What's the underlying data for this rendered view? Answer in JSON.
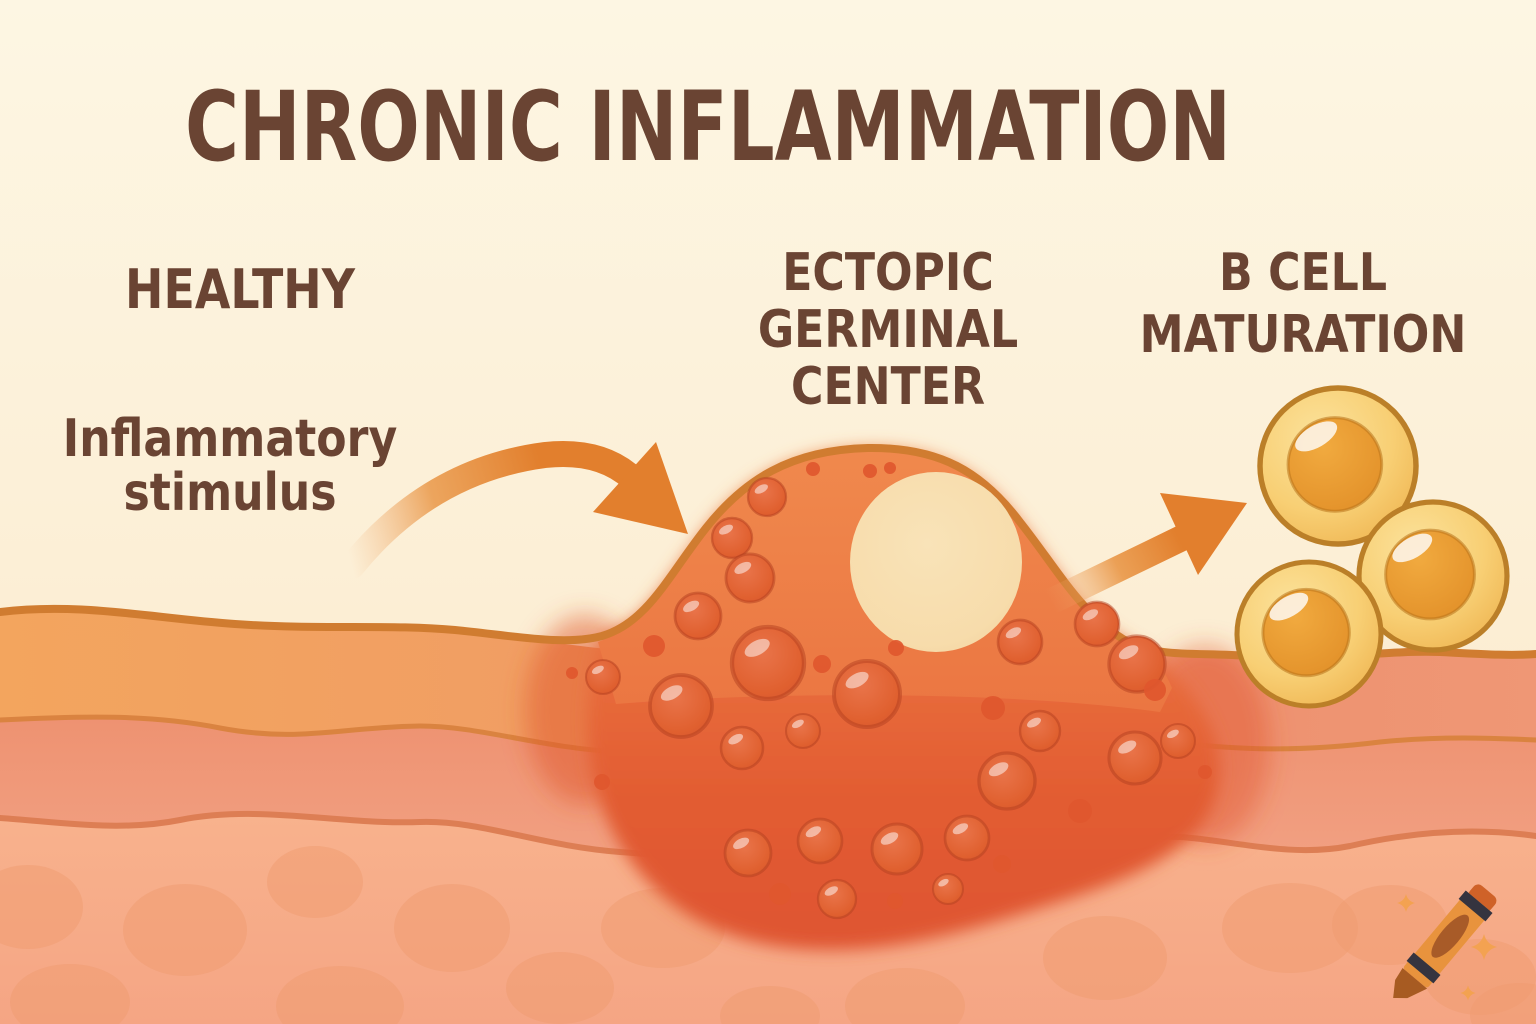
{
  "title": "CHRONIC INFLAMMATION",
  "labels": {
    "healthy": "HEALTHY",
    "stimulus_line1": "Inflammatory",
    "stimulus_line2": "stimulus",
    "egc_line1": "ECTOPIC",
    "egc_line2": "GERMINAL",
    "egc_line3": "CENTER",
    "bcell_line1": "B CELL",
    "bcell_line2": "MATURATION"
  },
  "palette": {
    "text_brown": "#6a4433",
    "background_cream": "#fdf5e2",
    "tissue_outline": "#d07c30",
    "band_orange": "#f3a55e",
    "band_salmon": "#ee9271",
    "band_peach": "#f6ab86",
    "inflamed_red": "#e05a31",
    "bubble_orange": "#e4663a",
    "germinal_pale": "#f8e0b2",
    "arrow_orange": "#e27f2d",
    "bcell_gold": "#f8cf74",
    "bcell_nucleus": "#e89b2e",
    "crayon_orange": "#e8933d",
    "crayon_stripe": "#35343f",
    "sparkle_orange": "#f3a251"
  },
  "icons": {
    "curved_arrow": "inflammatory-stimulus-arrow",
    "straight_arrow": "b-cell-maturation-arrow",
    "crayon": "crayon-logo",
    "sparkles": "sparkle-decorations",
    "b_cell_count": 3
  }
}
